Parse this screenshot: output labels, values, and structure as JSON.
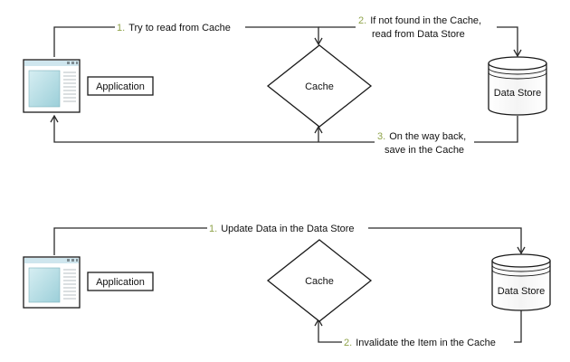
{
  "diagram_top": {
    "app_label": "Application",
    "cache_label": "Cache",
    "store_label": "Data Store",
    "step1": {
      "num": "1.",
      "text": "Try to read from Cache"
    },
    "step2": {
      "num": "2.",
      "line1": "If not found in the Cache,",
      "line2": "read from Data Store"
    },
    "step3": {
      "num": "3.",
      "line1": "On the way back,",
      "line2": "save in the Cache"
    }
  },
  "diagram_bottom": {
    "app_label": "Application",
    "cache_label": "Cache",
    "store_label": "Data Store",
    "step1": {
      "num": "1.",
      "text": "Update Data in the Data Store"
    },
    "step2": {
      "num": "2.",
      "text": "Invalidate the Item in the Cache"
    }
  },
  "colors": {
    "step_number": "#8fa34a",
    "window_screen": "#bfe0e6",
    "window_titlebar": "#cfe6ee",
    "line": "#2b2b2b"
  }
}
